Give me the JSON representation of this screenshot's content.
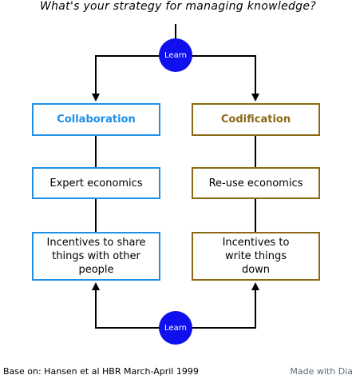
{
  "title": "What's your strategy for managing knowledge?",
  "learn_top": "Learn",
  "learn_bottom": "Learn",
  "left": {
    "heading": "Collaboration",
    "economics": "Expert economics",
    "incentives": "Incentives to share things with other people"
  },
  "right": {
    "heading": "Codification",
    "economics": "Re-use economics",
    "incentives": "Incentives to write things down"
  },
  "colors": {
    "collaboration": "#1e90e8",
    "codification": "#8b6914",
    "learn_node": "#1010ee"
  },
  "footer": {
    "source": "Base on: Hansen et al HBR March-April 1999",
    "credit": "Made with Dia"
  }
}
